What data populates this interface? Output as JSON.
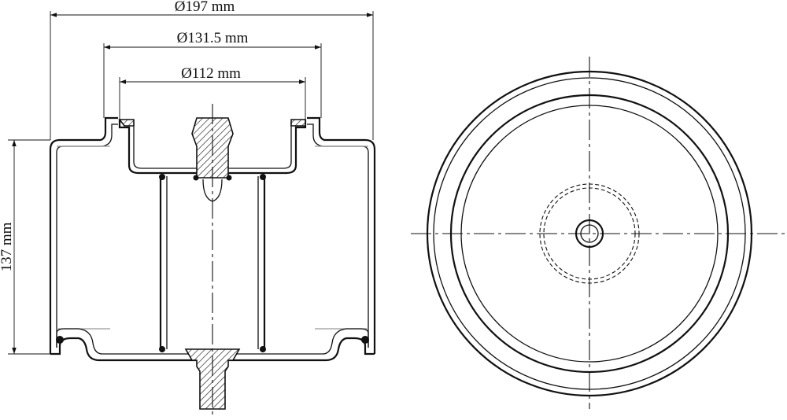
{
  "dimensions": {
    "outer_diameter": "Ø197 mm",
    "middle_diameter": "Ø131.5 mm",
    "inner_diameter": "Ø112 mm",
    "height": "137 mm"
  },
  "colors": {
    "line": "#111111",
    "background": "#ffffff"
  }
}
